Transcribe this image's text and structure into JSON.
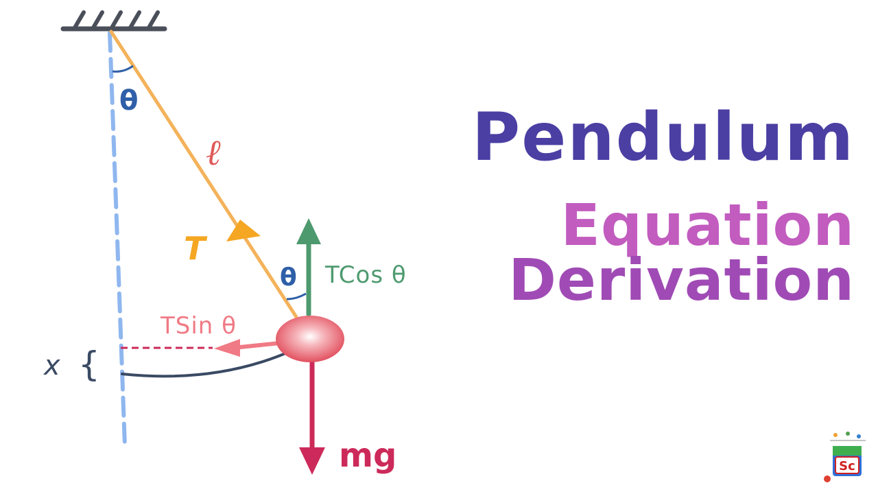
{
  "title": {
    "line1": "Pendulum",
    "line2": "Equation",
    "line3": "Derivation"
  },
  "labels": {
    "theta_top": "θ",
    "length": "ℓ",
    "tension": "T",
    "theta_bob": "θ",
    "tcos": "TCos θ",
    "tsin": "TSin θ",
    "x": "x",
    "weight": "mg",
    "logo_text": "Sc"
  },
  "colors": {
    "title_main": "#4b3fa3",
    "title_sub": "#c25cbf",
    "title_sub2": "#a04bb5",
    "support": "#4a4f5a",
    "vertical_ref": "#8fb7ef",
    "string": "#f4b25a",
    "arc_theta": "#2f5fa8",
    "theta_text": "#2f5fa8",
    "length_text": "#e05a5a",
    "tension": "#f5a623",
    "tcos": "#4e9a6f",
    "tsin": "#f07a85",
    "bob": "#e85a67",
    "weight": "#cc2a5a",
    "x_marker": "#3a4a63"
  }
}
